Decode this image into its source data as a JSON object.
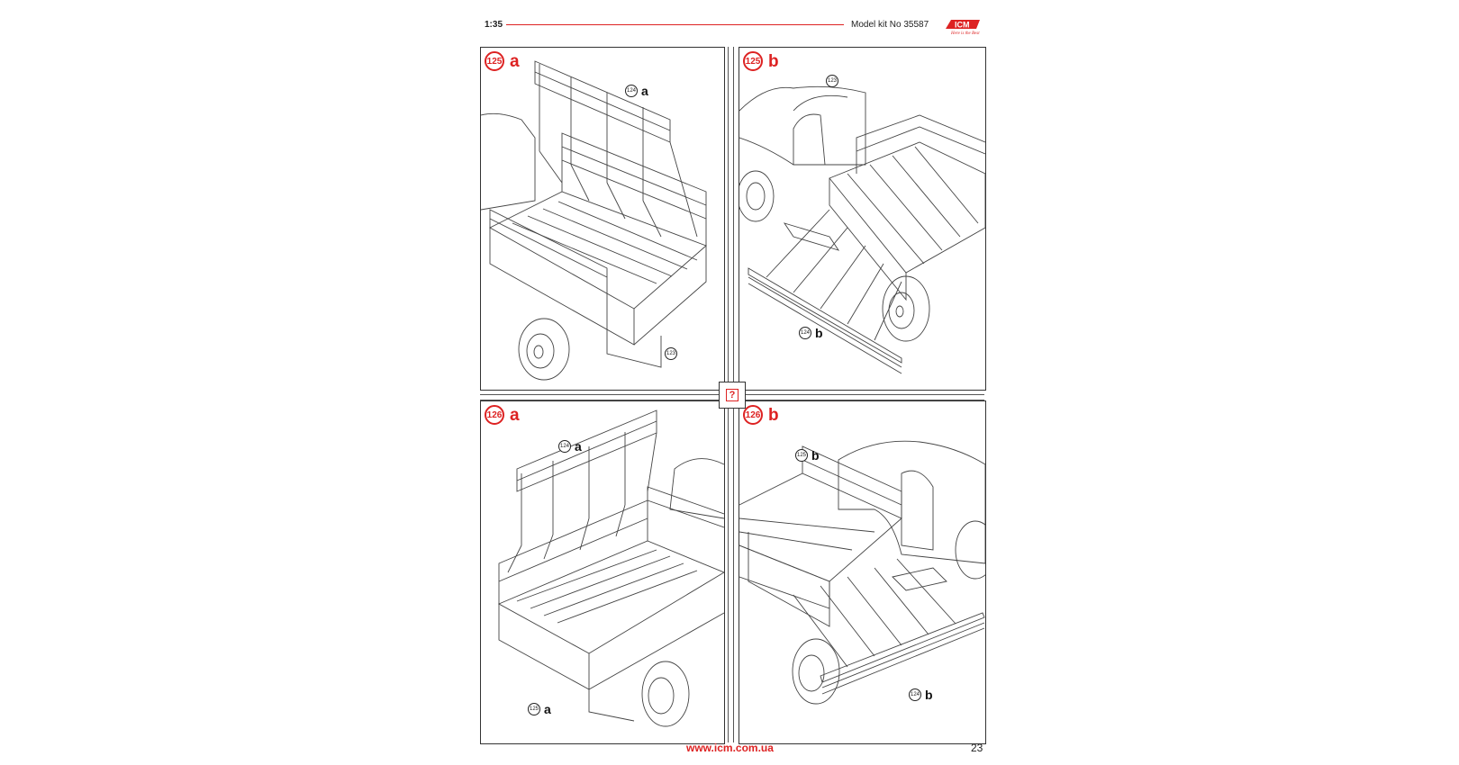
{
  "header": {
    "scale": "1:35",
    "model_kit": "Model kit No 35587",
    "brand": "ICM",
    "tagline": "Here is the Best"
  },
  "panels": [
    {
      "step": "125",
      "letter": "a",
      "callouts": [
        {
          "num": "124",
          "letter": "a"
        },
        {
          "num": "123",
          "letter": ""
        }
      ]
    },
    {
      "step": "125",
      "letter": "b",
      "callouts": [
        {
          "num": "123",
          "letter": ""
        },
        {
          "num": "124",
          "letter": "b"
        }
      ]
    },
    {
      "step": "126",
      "letter": "a",
      "callouts": [
        {
          "num": "124",
          "letter": "a"
        },
        {
          "num": "125",
          "letter": "a"
        }
      ]
    },
    {
      "step": "126",
      "letter": "b",
      "callouts": [
        {
          "num": "125",
          "letter": "b"
        },
        {
          "num": "124",
          "letter": "b"
        }
      ]
    }
  ],
  "center_mark": "?",
  "footer": {
    "url": "www.icm.com.ua",
    "page": "23"
  },
  "colors": {
    "accent": "#dd2222",
    "line": "#333333"
  }
}
